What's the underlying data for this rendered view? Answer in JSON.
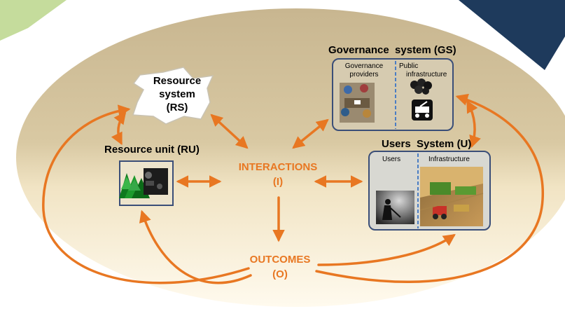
{
  "colors": {
    "accent_orange": "#e87722",
    "ellipse_fill_top": "#cbb996",
    "ellipse_fill_bottom": "#fff8e6",
    "box_border": "#3a4e78",
    "corner_green": "#c5dc9c",
    "corner_navy": "#1e3a5c"
  },
  "resource_system": {
    "line1": "Resource",
    "line2": "system",
    "line3": "(RS)"
  },
  "resource_unit": {
    "title": "Resource unit (RU)"
  },
  "interactions": {
    "line1": "INTERACTIONS",
    "line2": "(I)"
  },
  "outcomes": {
    "line1": "OUTCOMES",
    "line2": "(O)"
  },
  "governance_system": {
    "title": "Governance  system (GS)",
    "col1_line1": "Governance",
    "col1_line2": "providers",
    "col2_line1": "Public",
    "col2_line2": "infrastructure"
  },
  "users_system": {
    "title": "Users  System (U)",
    "col1": "Users",
    "col2": "Infrastructure"
  }
}
